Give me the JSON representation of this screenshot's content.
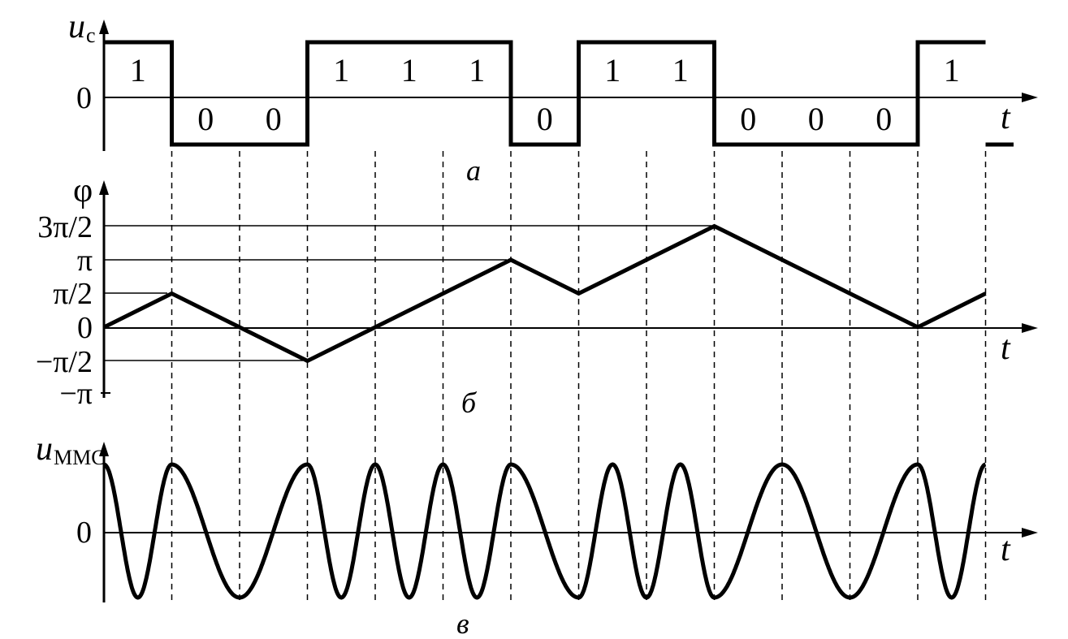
{
  "panels": {
    "a": {
      "label": "а",
      "y_axis_label": "u",
      "y_axis_subscript": "c",
      "x_axis_label": "t",
      "zero_label": "0",
      "bits": [
        "1",
        "0",
        "0",
        "1",
        "1",
        "1",
        "0",
        "1",
        "1",
        "0",
        "0",
        "0",
        "1"
      ]
    },
    "b": {
      "label": "б",
      "y_axis_label": "φ",
      "x_axis_label": "t",
      "tick_labels": [
        "3π/2",
        "π",
        "π/2",
        "0",
        "−π/2",
        "−π"
      ],
      "phase_steps": [
        1,
        -1,
        -1,
        1,
        1,
        1,
        -1,
        1,
        1,
        -1,
        -1,
        -1,
        1
      ]
    },
    "c": {
      "label": "в",
      "y_axis_label": "u",
      "y_axis_subscript": "ММС",
      "x_axis_label": "t",
      "zero_label": "0"
    }
  },
  "colors": {
    "ink": "#000000",
    "background": "#ffffff"
  }
}
